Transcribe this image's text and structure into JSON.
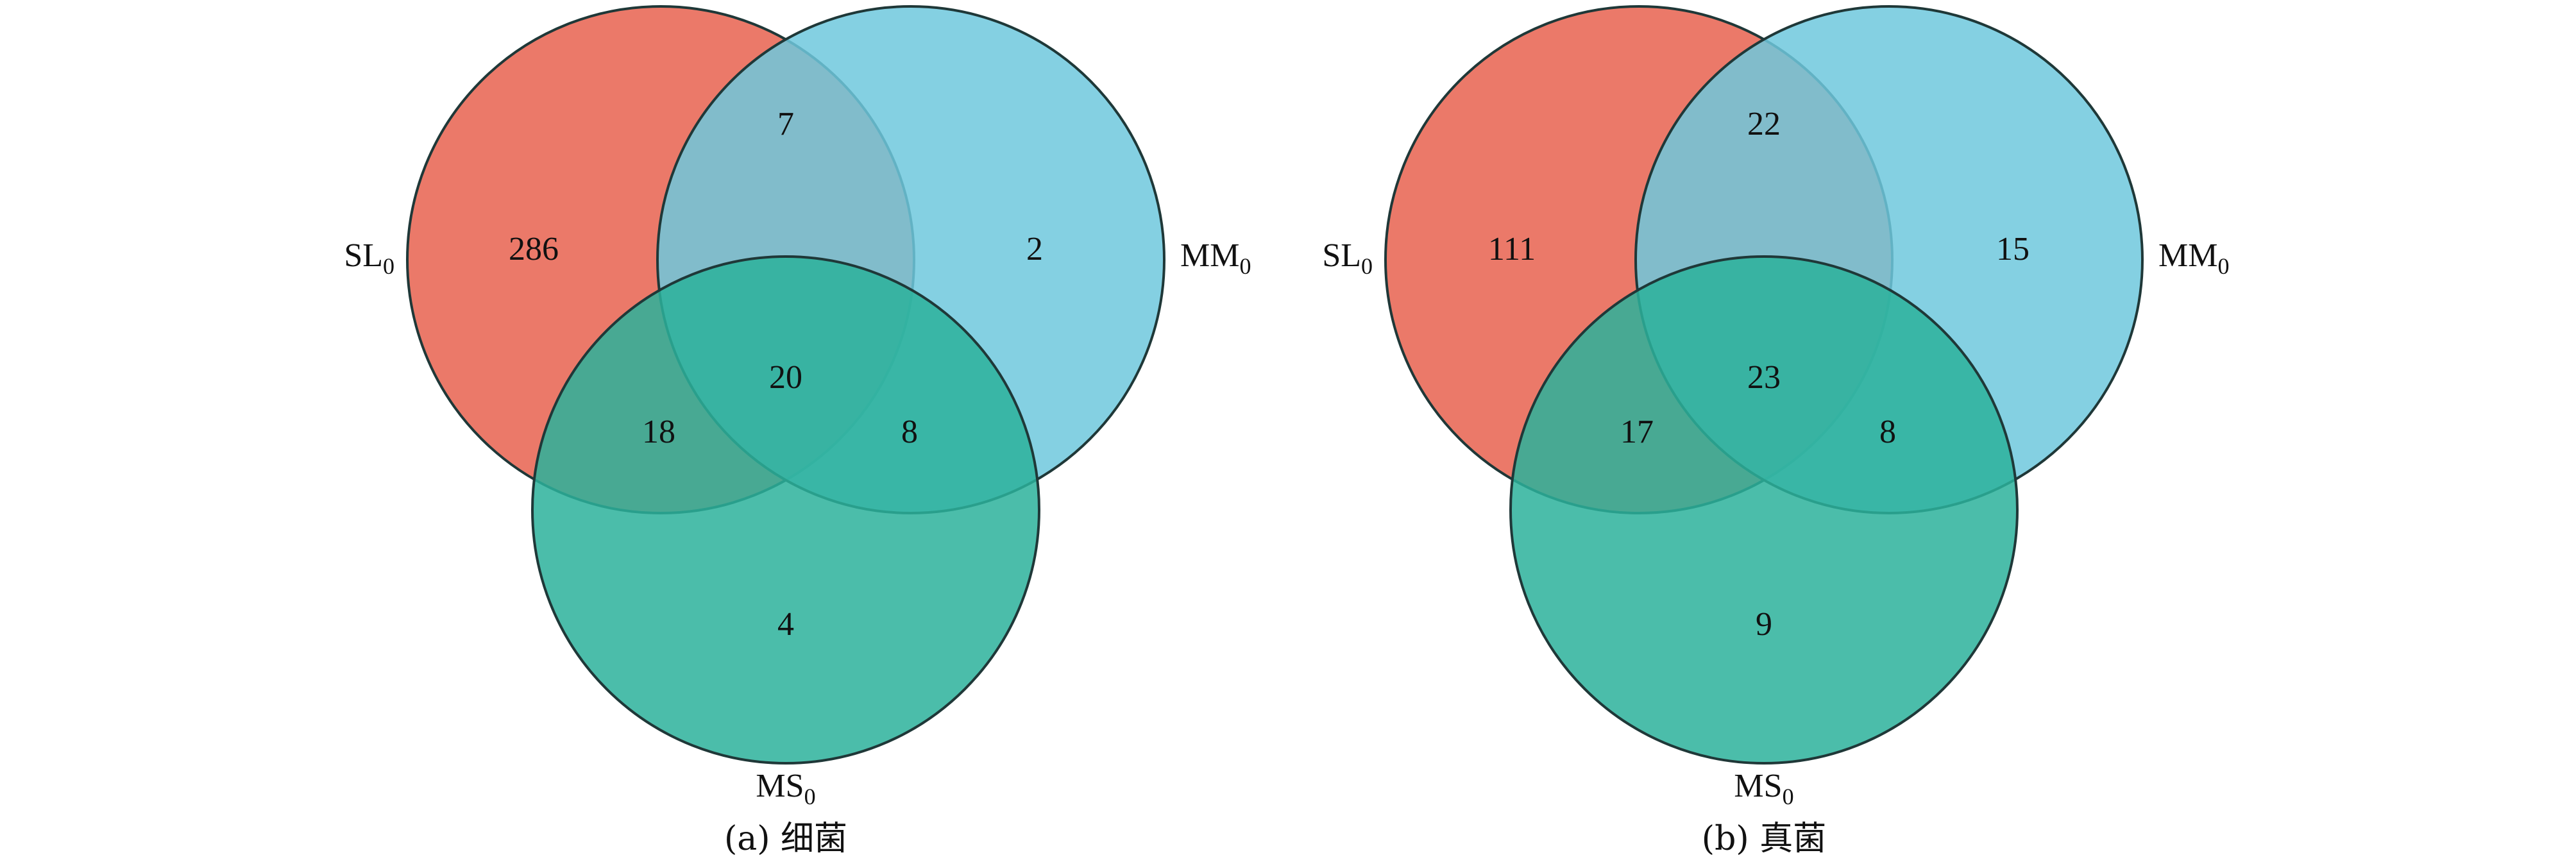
{
  "colors": {
    "set1": "#e96a59",
    "set2": "#6fc8dd",
    "set3": "#2bb19b",
    "outline": "#1f3838"
  },
  "panels": [
    {
      "caption": "(a) 细菌",
      "sets": {
        "a": {
          "base": "SL",
          "sub": "0"
        },
        "b": {
          "base": "MM",
          "sub": "0"
        },
        "c": {
          "base": "MS",
          "sub": "0"
        }
      },
      "counts": {
        "a_only": "286",
        "b_only": "2",
        "c_only": "4",
        "ab": "7",
        "ac": "18",
        "bc": "8",
        "abc": "20"
      }
    },
    {
      "caption": "(b) 真菌",
      "sets": {
        "a": {
          "base": "SL",
          "sub": "0"
        },
        "b": {
          "base": "MM",
          "sub": "0"
        },
        "c": {
          "base": "MS",
          "sub": "0"
        }
      },
      "counts": {
        "a_only": "111",
        "b_only": "15",
        "c_only": "9",
        "ab": "22",
        "ac": "17",
        "bc": "8",
        "abc": "23"
      }
    }
  ]
}
